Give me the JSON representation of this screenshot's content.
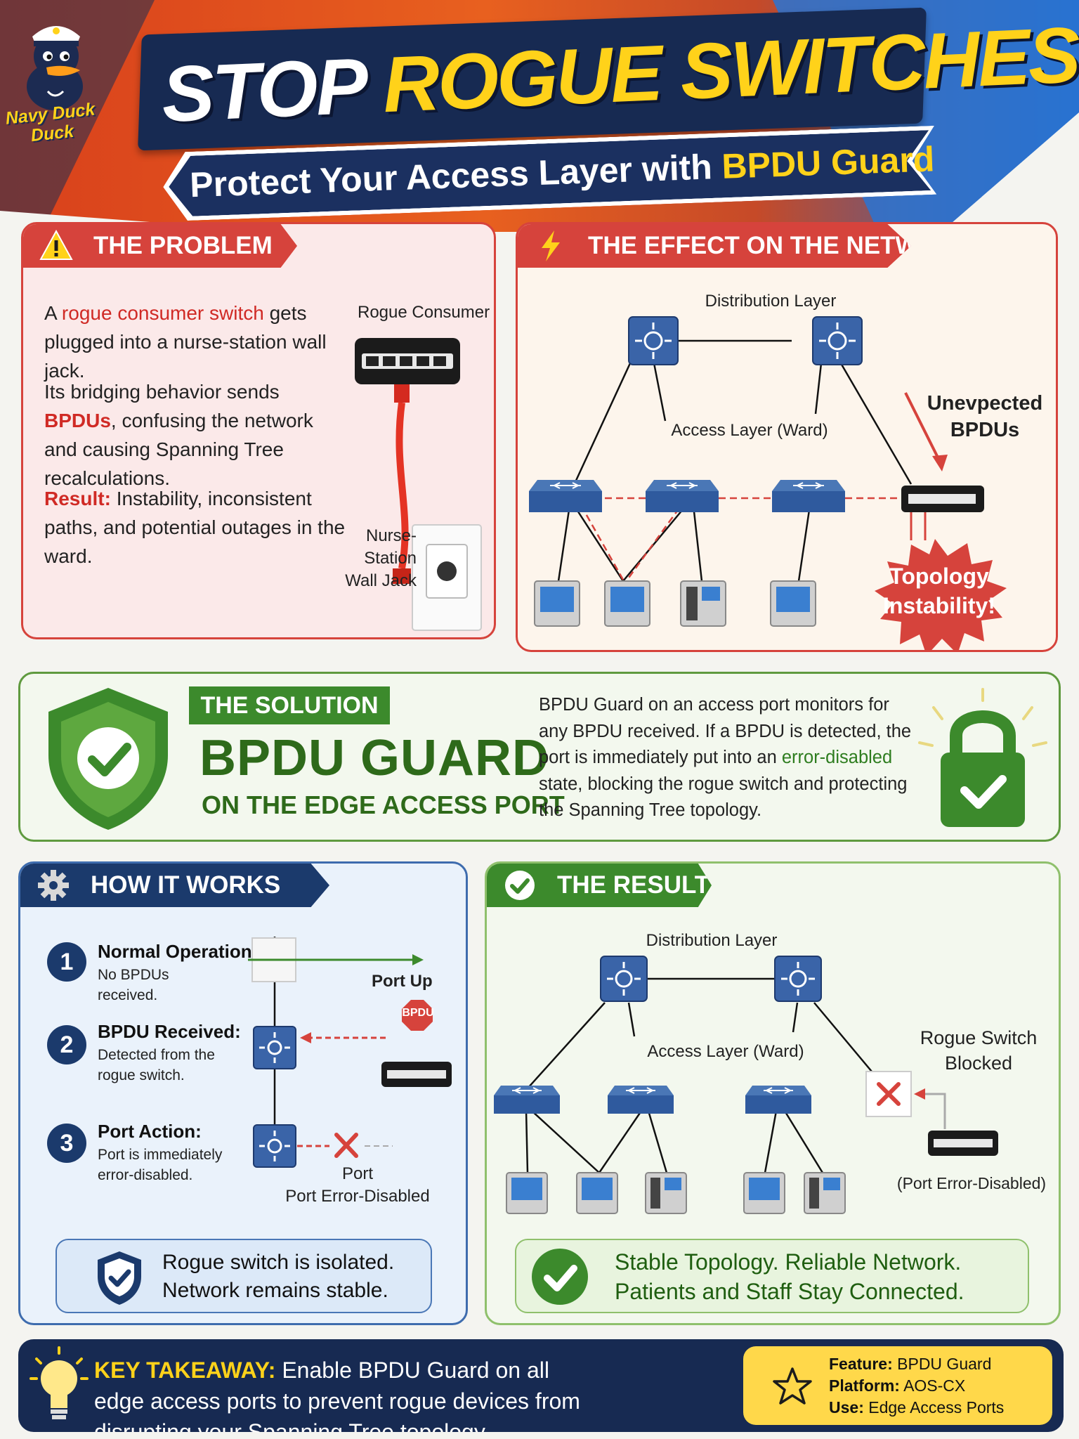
{
  "header": {
    "brand_line1": "Navy Duck",
    "brand_line2": "Duck",
    "title_word1": "STOP",
    "title_word2": "ROGUE SWITCHES!",
    "subtitle_prefix": "Protect Your Access Layer with",
    "subtitle_highlight": "BPDU Guard"
  },
  "problem": {
    "tab_label": "THE PROBLEM",
    "p1_pre": "A",
    "p1_highlight": "rogue consumer switch",
    "p1_post": "gets plugged into a nurse-station wall jack.",
    "p2_pre": "Its bridging behavior sends",
    "p2_highlight": "BPDUs",
    "p2_post": ", confusing the network and causing Spanning Tree recalculations.",
    "p3_highlight": "Result:",
    "p3_post": "Instability, inconsistent paths, and potential outages in the ward.",
    "device_label": "Rogue Consumer",
    "jack_label_1": "Nurse-",
    "jack_label_2": "Station",
    "jack_label_3": "Wall Jack"
  },
  "effect": {
    "tab_label": "THE EFFECT ON THE NETWORK",
    "distribution_label": "Distribution Layer",
    "access_label": "Access Layer (Ward)",
    "unexpected_1": "Unevpected",
    "unexpected_2": "BPDUs",
    "instability_1": "Topology",
    "instability_2": "Instability!"
  },
  "solution": {
    "tab_label": "THE SOLUTION",
    "title": "BPDU GUARD",
    "subtitle": "ON THE EDGE ACCESS PORT",
    "desc_pre": "BPDU Guard on an access port monitors for any BPDU received. If a BPDU is detected, the port is immediately put into an",
    "desc_highlight": "error-disabled",
    "desc_post": "state, blocking the rogue switch and protecting the Spanning Tree topology."
  },
  "how": {
    "tab_label": "HOW IT WORKS",
    "steps": [
      {
        "num": "1",
        "title": "Normal Operation:",
        "text": "No BPDUs received."
      },
      {
        "num": "2",
        "title": "BPDU Received:",
        "text": "Detected from the rogue switch."
      },
      {
        "num": "3",
        "title": "Port Action:",
        "text": "Port is immediately error-disabled."
      }
    ],
    "port_up_label": "Port Up",
    "bpdu_badge": "BPDU",
    "port_label": "Port",
    "port_disabled_label": "Port Error-Disabled",
    "callout_line1": "Rogue switch is isolated.",
    "callout_line2": "Network remains stable."
  },
  "result": {
    "tab_label": "THE RESULT",
    "distribution_label": "Distribution Layer",
    "access_label": "Access Layer (Ward)",
    "blocked_line1": "Rogue Switch",
    "blocked_line2": "Blocked",
    "error_disabled_label": "(Port Error-Disabled)",
    "callout_line1": "Stable Topology. Reliable Network.",
    "callout_line2": "Patients and Staff Stay Connected."
  },
  "takeaway": {
    "label": "KEY TAKEAWAY:",
    "text": "Enable BPDU Guard on all edge access ports to prevent rogue devices from disrupting your Spanning Tree topology.",
    "facts": [
      {
        "key": "Feature:",
        "value": "BPDU Guard"
      },
      {
        "key": "Platform:",
        "value": "AOS-CX"
      },
      {
        "key": "Use:",
        "value": "Edge Access Ports"
      }
    ]
  },
  "colors": {
    "navy": "#172a52",
    "red_accent": "#d6433c",
    "green_accent": "#3c8a2c",
    "yellow_accent": "#ffd21a",
    "blue_device": "#3a64a8"
  }
}
